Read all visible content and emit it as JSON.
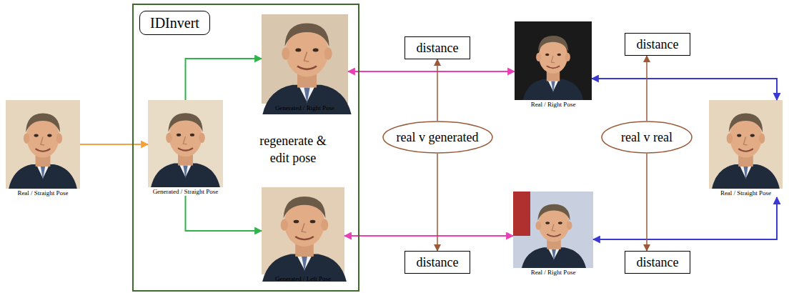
{
  "diagram": {
    "nodes": [
      {
        "text": [
          "Real / Straight Pose"
        ]
      },
      {
        "text": [
          "IDInvert",
          "regenerate & edit pose"
        ]
      },
      {
        "text": [
          "Generated / Straight Pose"
        ],
        "in": 1
      },
      {
        "text": [
          "Generated / Right Pose"
        ],
        "in": 1
      },
      {
        "text": [
          "Generated / Left Pose"
        ],
        "in": 1
      },
      {
        "text": [
          "distance"
        ]
      },
      {
        "text": [
          "Real / Right Pose"
        ]
      },
      {
        "text": [
          "distance"
        ]
      },
      {
        "text": [
          "real v generated"
        ]
      },
      {
        "text": [
          "real v real"
        ]
      },
      {
        "text": [
          "distance"
        ]
      },
      {
        "text": [
          "Real / Right Pose"
        ]
      },
      {
        "text": [
          "distance"
        ]
      },
      {
        "text": [
          "Real / Straight Pose"
        ]
      }
    ],
    "edges": [
      {
        "from": 0,
        "to": 2,
        "arrow": "to"
      },
      {
        "from": 2,
        "to": 3,
        "arrow": "to"
      },
      {
        "from": 2,
        "to": 4,
        "arrow": "to"
      },
      {
        "from": 3,
        "to": 6,
        "arrow": "both"
      },
      {
        "from": 4,
        "to": 11,
        "arrow": "both"
      },
      {
        "from": 6,
        "to": 13,
        "arrow": "both"
      },
      {
        "from": 11,
        "to": 13,
        "arrow": "both"
      },
      {
        "from": 8,
        "to": 5,
        "arrow": "to"
      },
      {
        "from": 8,
        "to": 10,
        "arrow": "to"
      },
      {
        "from": 9,
        "to": 7,
        "arrow": "to"
      },
      {
        "from": 9,
        "to": 12,
        "arrow": "to"
      }
    ]
  }
}
